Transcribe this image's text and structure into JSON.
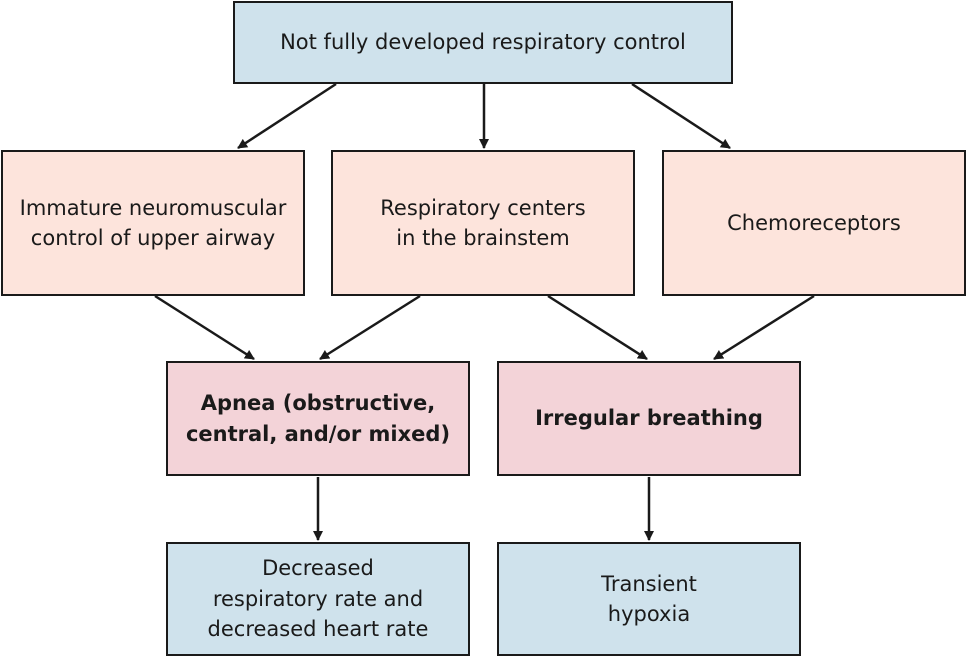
{
  "diagram": {
    "root": {
      "text": "Not fully developed respiratory control"
    },
    "causes": [
      {
        "text": "Immature neuromuscular\ncontrol of upper airway"
      },
      {
        "text": "Respiratory centers\nin the brainstem"
      },
      {
        "text": "Chemoreceptors"
      }
    ],
    "effects": [
      {
        "text": "Apnea (obstructive,\ncentral, and/or mixed)"
      },
      {
        "text": "Irregular breathing"
      }
    ],
    "outcomes": [
      {
        "text": "Decreased\nrespiratory rate and\ndecreased heart rate"
      },
      {
        "text": "Transient\nhypoxia"
      }
    ],
    "colors": {
      "root": "#cfe2ec",
      "causes": "#fde4dc",
      "effects": "#f3d3d8",
      "outcomes": "#cfe2ec",
      "stroke": "#1a1a1a"
    }
  }
}
